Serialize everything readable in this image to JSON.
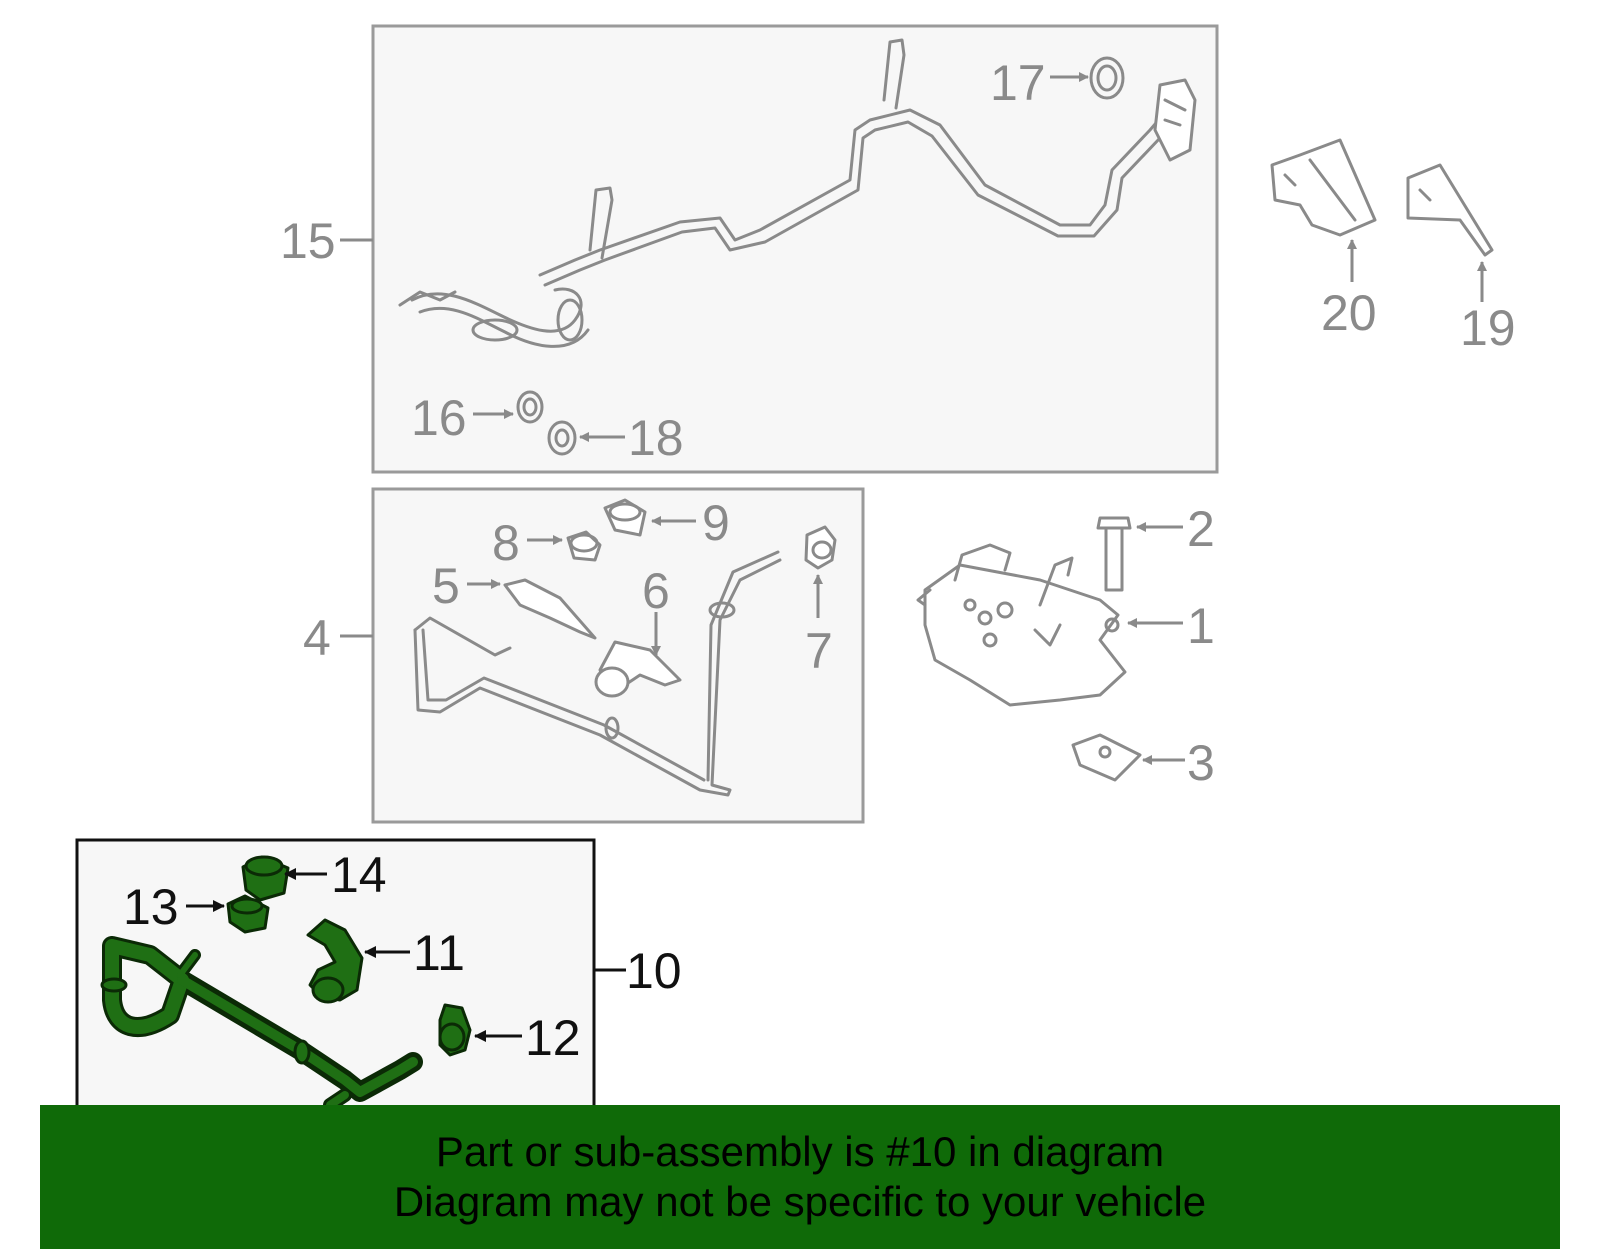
{
  "diagram": {
    "callouts": {
      "c1": "1",
      "c2": "2",
      "c3": "3",
      "c4": "4",
      "c5": "5",
      "c6": "6",
      "c7": "7",
      "c8": "8",
      "c9": "9",
      "c10": "10",
      "c11": "11",
      "c12": "12",
      "c13": "13",
      "c14": "14",
      "c15": "15",
      "c16": "16",
      "c17": "17",
      "c18": "18",
      "c19": "19",
      "c20": "20"
    },
    "highlight_part": "10",
    "colors": {
      "line_art": "#8a8a8a",
      "highlight_fill": "#1f6f14",
      "highlight_outline": "#0b2a06"
    }
  },
  "banner": {
    "line1": "Part or sub-assembly is #10 in diagram",
    "line2": "Diagram may not be specific to your vehicle",
    "background": "#0f6a08"
  }
}
